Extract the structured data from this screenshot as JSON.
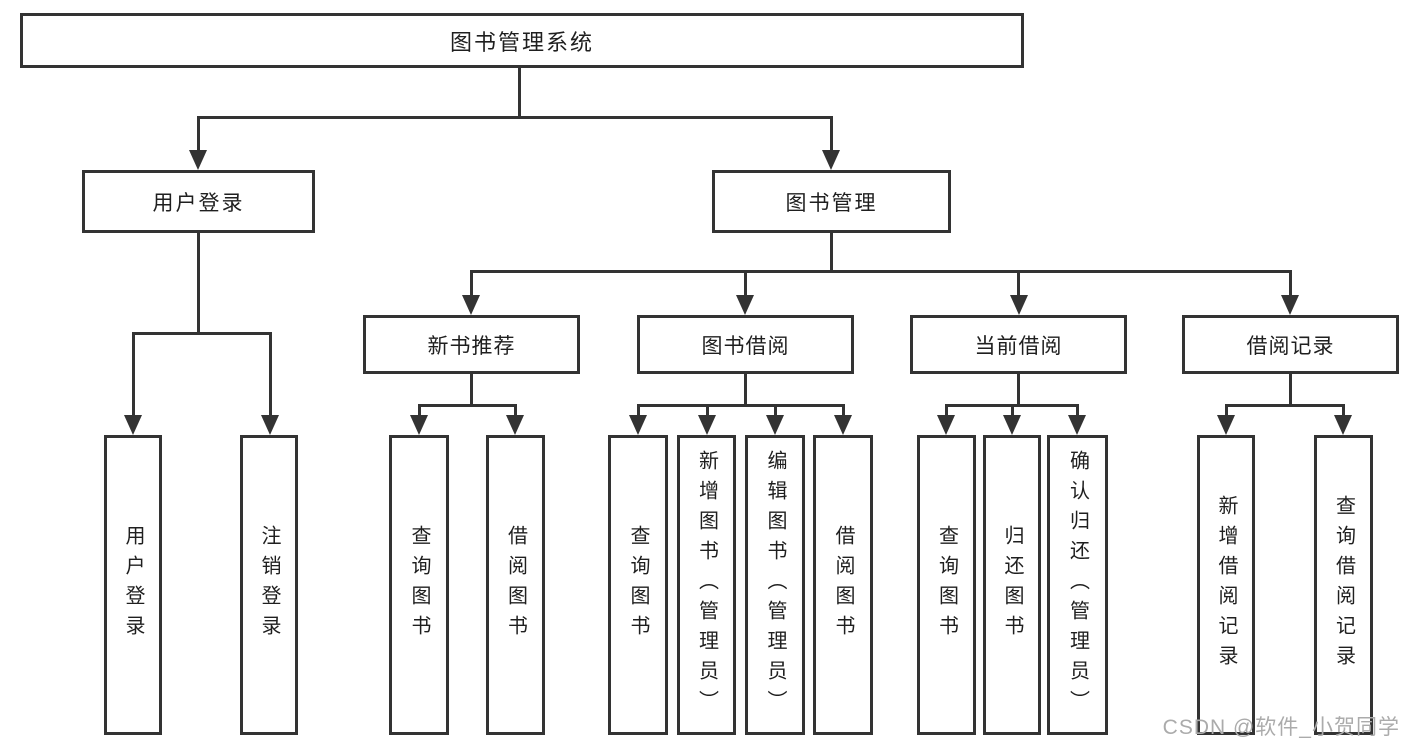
{
  "watermark": "CSDN @软件_小贺同学",
  "colors": {
    "line": "#333333",
    "text": "#1f1f1f",
    "background": "#ffffff",
    "watermark": "#ababab"
  },
  "tree": {
    "label": "图书管理系统",
    "children": [
      {
        "label": "用户登录",
        "children": [
          {
            "label": "用户登录"
          },
          {
            "label": "注销登录"
          }
        ]
      },
      {
        "label": "图书管理",
        "children": [
          {
            "label": "新书推荐",
            "children": [
              {
                "label": "查询图书"
              },
              {
                "label": "借阅图书"
              }
            ]
          },
          {
            "label": "图书借阅",
            "children": [
              {
                "label": "查询图书"
              },
              {
                "label": "新增图书（管理员）"
              },
              {
                "label": "编辑图书（管理员）"
              },
              {
                "label": "借阅图书"
              }
            ]
          },
          {
            "label": "当前借阅",
            "children": [
              {
                "label": "查询图书"
              },
              {
                "label": "归还图书"
              },
              {
                "label": "确认归还（管理员）"
              }
            ]
          },
          {
            "label": "借阅记录",
            "children": [
              {
                "label": "新增借阅记录"
              },
              {
                "label": "查询借阅记录"
              }
            ]
          }
        ]
      }
    ]
  }
}
